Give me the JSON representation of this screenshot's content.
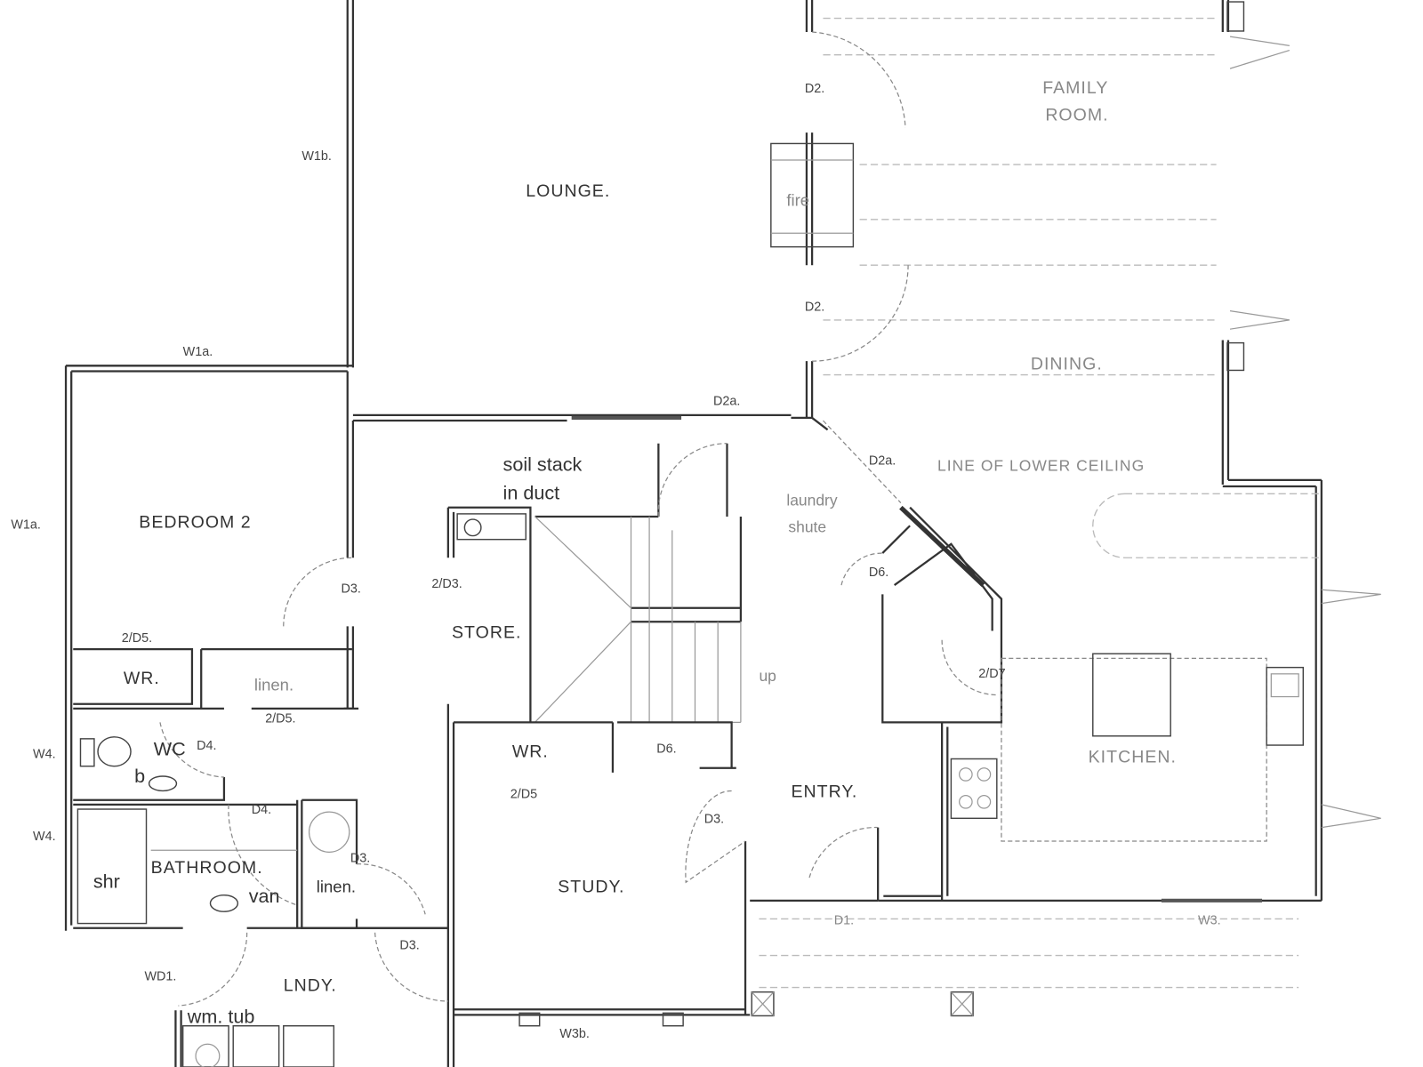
{
  "title": "Floor plan",
  "rooms": {
    "family_room_1": "FAMILY",
    "family_room_2": "ROOM.",
    "lounge": "LOUNGE.",
    "dining": "DINING.",
    "bedroom2": "BEDROOM 2",
    "store": "STORE.",
    "kitchen": "KITCHEN.",
    "entry": "ENTRY.",
    "bathroom": "BATHROOM.",
    "study": "STUDY.",
    "lndy": "LNDY.",
    "wr1": "WR.",
    "wr2": "WR.",
    "wc": "WC"
  },
  "notes": {
    "fire": "fire",
    "soil1": "soil stack",
    "soil2": "in duct",
    "shute1": "laundry",
    "shute2": "shute",
    "lower_ceiling": "LINE OF LOWER CEILING",
    "linen1": "linen.",
    "linen2": "linen.",
    "up": "up",
    "b": "b",
    "shr": "shr",
    "van": "van",
    "wm_tub": "wm. tub"
  },
  "codes": {
    "d2_top": "D2.",
    "d2_mid": "D2.",
    "w1b": "W1b.",
    "w1a_top": "W1a.",
    "w1a_left": "W1a.",
    "d2a_1": "D2a.",
    "d2a_2": "D2a.",
    "d3_bed": "D3.",
    "d3_store": "2/D3.",
    "d6_shute": "D6.",
    "d7": "2/D7",
    "d5_wr": "2/D5.",
    "d5_linen": "2/D5.",
    "w4_1": "W4.",
    "w4_2": "W4.",
    "d4_wc": "D4.",
    "d4_bath": "D4.",
    "d6_wr": "D6.",
    "d5_study": "2/D5",
    "d3_study": "D3.",
    "d3_linen": "D3.",
    "d3_lndy": "D3.",
    "d1": "D1.",
    "w3": "W3.",
    "wd1": "WD1.",
    "w3b": "W3b."
  }
}
